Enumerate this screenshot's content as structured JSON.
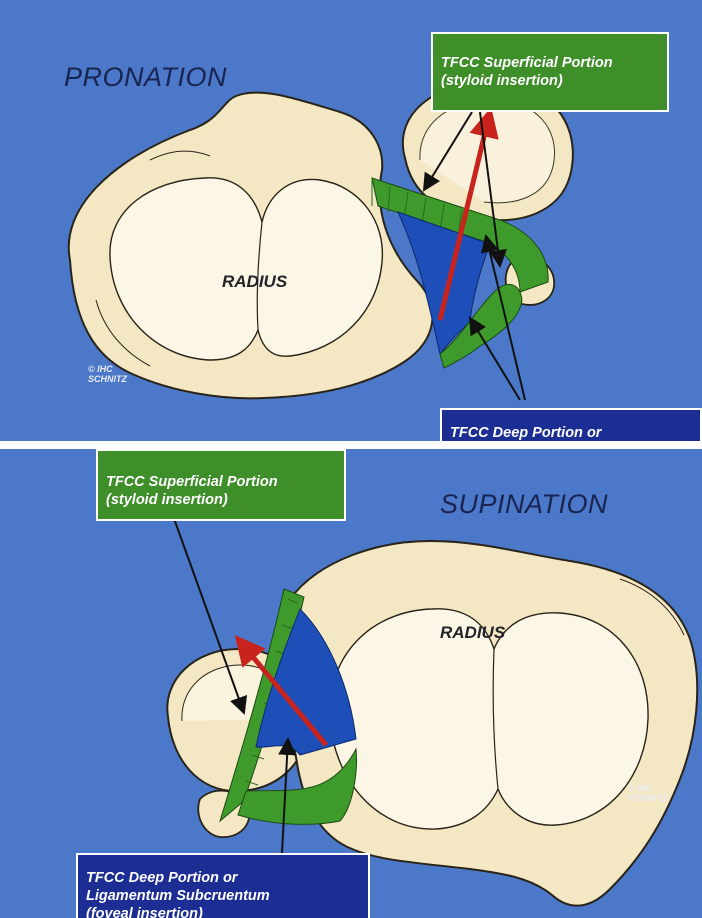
{
  "top_panel": {
    "title": "PRONATION",
    "radius_label": "RADIUS",
    "credit_line1": "© IHC",
    "credit_line2": "SCHNITZ",
    "superficial_callout": {
      "line1": "TFCC Superficial Portion",
      "line2": "(styloid insertion)"
    },
    "deep_callout": {
      "line1": "TFCC Deep Portion or"
    }
  },
  "bottom_panel": {
    "title": "SUPINATION",
    "radius_label": "RADIUS",
    "credit_line1": "© IHC",
    "credit_line2": "SCHNITZ",
    "superficial_callout": {
      "line1": "TFCC Superficial Portion",
      "line2": "(styloid insertion)"
    },
    "deep_callout": {
      "line1": "TFCC Deep Portion or",
      "line2": "Ligamentum Subcruentum",
      "line3": "(foveal insertion)"
    }
  },
  "colors": {
    "background": "#4b78c9",
    "bone": "#f3e7c4",
    "bone_outline": "#2a2418",
    "superficial_ligament": "#3f9a2c",
    "deep_ligament": "#1e4fb8",
    "rotation_arrow": "#c8231c",
    "callout_green": "#3e8e2a",
    "callout_blue": "#1c2d93"
  }
}
